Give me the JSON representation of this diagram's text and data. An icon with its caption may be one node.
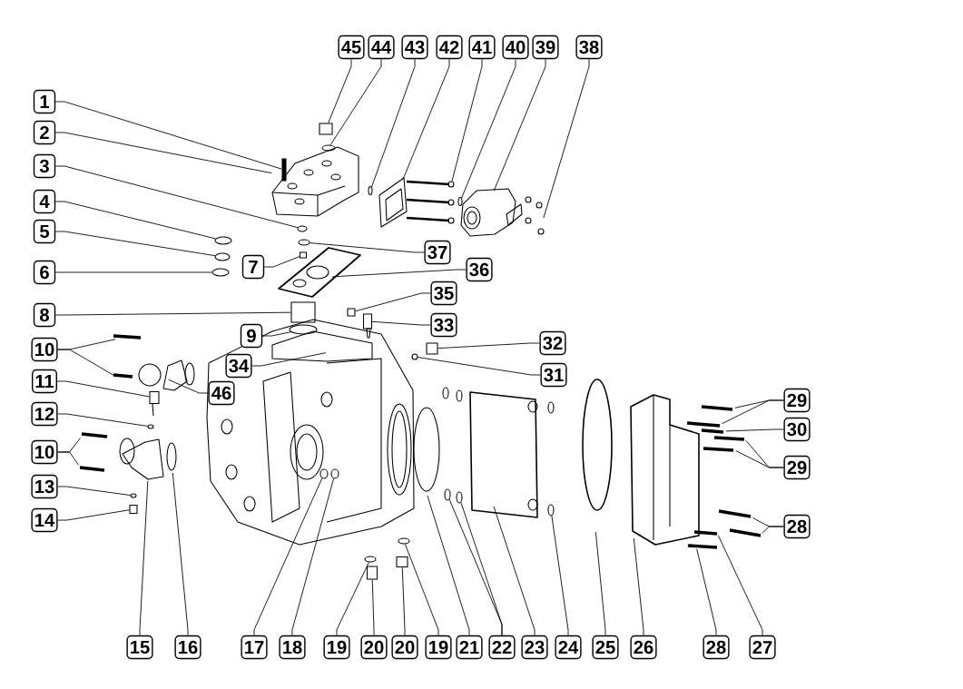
{
  "diagram": {
    "nodes": [
      {
        "text": [
          "45"
        ]
      },
      {
        "text": [
          "44"
        ]
      },
      {
        "text": [
          "43"
        ]
      },
      {
        "text": [
          "42"
        ]
      },
      {
        "text": [
          "41"
        ]
      },
      {
        "text": [
          "40"
        ]
      },
      {
        "text": [
          "39"
        ]
      },
      {
        "text": [
          "38"
        ]
      },
      {
        "text": [
          "1"
        ]
      },
      {
        "text": [
          "2"
        ]
      },
      {
        "text": [
          "3"
        ]
      },
      {
        "text": [
          "4"
        ]
      },
      {
        "text": [
          "5"
        ]
      },
      {
        "text": [
          "37"
        ]
      },
      {
        "text": [
          "7"
        ]
      },
      {
        "text": [
          "36"
        ]
      },
      {
        "text": [
          "6"
        ]
      },
      {
        "text": [
          "35"
        ]
      },
      {
        "text": [
          "8"
        ]
      },
      {
        "text": [
          "33"
        ]
      },
      {
        "text": [
          "9"
        ]
      },
      {
        "text": [
          "32"
        ]
      },
      {
        "text": [
          "10"
        ]
      },
      {
        "text": [
          "34"
        ]
      },
      {
        "text": [
          "31"
        ]
      },
      {
        "text": [
          "11"
        ]
      },
      {
        "text": [
          "46"
        ]
      },
      {
        "text": [
          "29"
        ]
      },
      {
        "text": [
          "12"
        ]
      },
      {
        "text": [
          "30"
        ]
      },
      {
        "text": [
          "10"
        ]
      },
      {
        "text": [
          "29"
        ]
      },
      {
        "text": [
          "13"
        ]
      },
      {
        "text": [
          "14"
        ]
      },
      {
        "text": [
          "28"
        ]
      },
      {
        "text": [
          "15"
        ]
      },
      {
        "text": [
          "16"
        ]
      },
      {
        "text": [
          "17"
        ]
      },
      {
        "text": [
          "18"
        ]
      },
      {
        "text": [
          "19"
        ]
      },
      {
        "text": [
          "20"
        ]
      },
      {
        "text": [
          "20"
        ]
      },
      {
        "text": [
          "19"
        ]
      },
      {
        "text": [
          "21"
        ]
      },
      {
        "text": [
          "22"
        ]
      },
      {
        "text": [
          "23"
        ]
      },
      {
        "text": [
          "24"
        ]
      },
      {
        "text": [
          "25"
        ]
      },
      {
        "text": [
          "26"
        ]
      },
      {
        "text": [
          "28"
        ]
      },
      {
        "text": [
          "27"
        ]
      },
      {
        "text": [],
        "shape": "box"
      },
      {
        "text": [],
        "shape": "circle"
      },
      {
        "text": [],
        "shape": "circle"
      },
      {
        "text": [],
        "shape": "circle"
      },
      {
        "text": [],
        "shape": "circle"
      },
      {
        "text": [],
        "shape": "circle"
      },
      {
        "text": [],
        "shape": "circle"
      },
      {
        "text": [],
        "shape": "circle"
      },
      {
        "text": [],
        "shape": "box"
      },
      {
        "text": [],
        "shape": "circle"
      },
      {
        "text": [],
        "shape": "box"
      },
      {
        "text": [],
        "shape": "box"
      },
      {
        "text": [],
        "shape": "box"
      },
      {
        "text": [],
        "shape": "circle"
      },
      {
        "text": [],
        "shape": "box"
      },
      {
        "text": [],
        "shape": "circle"
      },
      {
        "text": [],
        "shape": "box"
      },
      {
        "text": [],
        "shape": "circle"
      },
      {
        "text": [],
        "shape": "circle"
      },
      {
        "text": [],
        "shape": "box"
      },
      {
        "text": [],
        "shape": "circle"
      },
      {
        "text": [],
        "shape": "circle"
      },
      {
        "text": [],
        "shape": "circle"
      },
      {
        "text": [],
        "shape": "box"
      },
      {
        "text": [],
        "shape": "box"
      },
      {
        "text": [],
        "shape": "circle"
      },
      {
        "text": [],
        "shape": "circle"
      },
      {
        "text": [],
        "shape": "circle"
      },
      {
        "text": [],
        "shape": "circle"
      },
      {
        "text": [],
        "shape": "bar"
      },
      {
        "text": [],
        "shape": "circle"
      },
      {
        "text": [],
        "shape": "picture"
      }
    ],
    "edges": [
      {
        "from": 0,
        "to": 51,
        "arrow": "none"
      },
      {
        "from": 1,
        "to": 52,
        "arrow": "none"
      },
      {
        "from": 2,
        "to": 53,
        "arrow": "none"
      },
      {
        "from": 3,
        "to": null,
        "arrow": "none"
      },
      {
        "from": 4,
        "to": 81,
        "arrow": "none"
      },
      {
        "from": 5,
        "to": 54,
        "arrow": "none"
      },
      {
        "from": 6,
        "to": null,
        "arrow": "none"
      },
      {
        "from": 7,
        "to": null,
        "arrow": "none"
      },
      {
        "from": 8,
        "to": 80,
        "arrow": "none"
      },
      {
        "from": 9,
        "to": 82,
        "arrow": "none"
      },
      {
        "from": 10,
        "to": 55,
        "arrow": "none"
      },
      {
        "from": 11,
        "to": 56,
        "arrow": "none"
      },
      {
        "from": 12,
        "to": 57,
        "arrow": "none"
      },
      {
        "from": 13,
        "to": 58,
        "arrow": "none"
      },
      {
        "from": 14,
        "to": 59,
        "arrow": "none"
      },
      {
        "from": 15,
        "to": null,
        "arrow": "none"
      },
      {
        "from": 16,
        "to": 60,
        "arrow": "none"
      },
      {
        "from": 17,
        "to": 61,
        "arrow": "none"
      },
      {
        "from": 18,
        "to": 62,
        "arrow": "none"
      },
      {
        "from": 19,
        "to": 63,
        "arrow": "none"
      },
      {
        "from": 20,
        "to": 64,
        "arrow": "none"
      },
      {
        "from": 21,
        "to": 65,
        "arrow": "none"
      },
      {
        "from": 22,
        "to": null,
        "arrow": "none"
      },
      {
        "from": 22,
        "to": null,
        "arrow": "none"
      },
      {
        "from": 23,
        "to": null,
        "arrow": "none"
      },
      {
        "from": 24,
        "to": 66,
        "arrow": "none"
      },
      {
        "from": 25,
        "to": 67,
        "arrow": "none"
      },
      {
        "from": 26,
        "to": null,
        "arrow": "none"
      },
      {
        "from": 27,
        "to": null,
        "arrow": "none"
      },
      {
        "from": 27,
        "to": null,
        "arrow": "none"
      },
      {
        "from": 28,
        "to": 68,
        "arrow": "none"
      },
      {
        "from": 29,
        "to": null,
        "arrow": "none"
      },
      {
        "from": 30,
        "to": null,
        "arrow": "none"
      },
      {
        "from": 30,
        "to": null,
        "arrow": "none"
      },
      {
        "from": 31,
        "to": null,
        "arrow": "none"
      },
      {
        "from": 31,
        "to": null,
        "arrow": "none"
      },
      {
        "from": 32,
        "to": 69,
        "arrow": "none"
      },
      {
        "from": 33,
        "to": 70,
        "arrow": "none"
      },
      {
        "from": 34,
        "to": null,
        "arrow": "none"
      },
      {
        "from": 34,
        "to": null,
        "arrow": "none"
      },
      {
        "from": 35,
        "to": null,
        "arrow": "none"
      },
      {
        "from": 36,
        "to": null,
        "arrow": "none"
      },
      {
        "from": 37,
        "to": 71,
        "arrow": "none"
      },
      {
        "from": 38,
        "to": 72,
        "arrow": "none"
      },
      {
        "from": 39,
        "to": 73,
        "arrow": "none"
      },
      {
        "from": 40,
        "to": 74,
        "arrow": "none"
      },
      {
        "from": 41,
        "to": 75,
        "arrow": "none"
      },
      {
        "from": 42,
        "to": 76,
        "arrow": "none"
      },
      {
        "from": 43,
        "to": null,
        "arrow": "none"
      },
      {
        "from": 44,
        "to": 77,
        "arrow": "none"
      },
      {
        "from": 44,
        "to": 78,
        "arrow": "none"
      },
      {
        "from": 45,
        "to": null,
        "arrow": "none"
      },
      {
        "from": 46,
        "to": 79,
        "arrow": "none"
      },
      {
        "from": 47,
        "to": null,
        "arrow": "none"
      },
      {
        "from": 48,
        "to": null,
        "arrow": "none"
      },
      {
        "from": 49,
        "to": null,
        "arrow": "none"
      },
      {
        "from": 50,
        "to": null,
        "arrow": "none"
      }
    ]
  }
}
